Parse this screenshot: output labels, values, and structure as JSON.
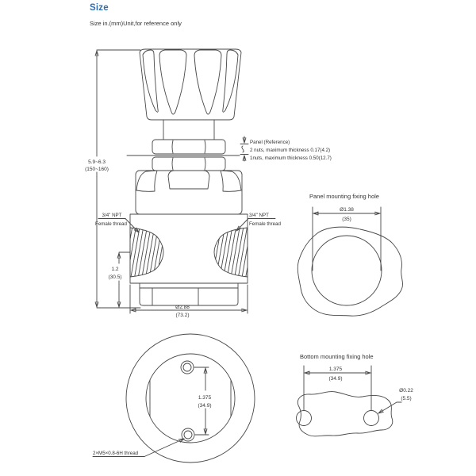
{
  "page": {
    "title": "Size",
    "subtitle": "Size in.(mm)Unit,for reference only"
  },
  "colors": {
    "accent": "#316eb0",
    "line": "#474747",
    "text": "#333333"
  },
  "front_view": {
    "panel_notes": {
      "line1": "Panel (Reference)",
      "line2": "2 nuts, maximum thickness 0.17(4.2)",
      "line3": "1nuts, maximum thickness 0.50(12.7)"
    },
    "height_dim": {
      "inch": "5.9~6.3",
      "mm": "(150~160)"
    },
    "left_port": {
      "thread": "3/4\" NPT",
      "type": "Female thread"
    },
    "right_port": {
      "thread": "3/4\" NPT",
      "type": "Female thread"
    },
    "port_center_dim": {
      "inch": "1.2",
      "mm": "(30.5)"
    },
    "body_width_dim": {
      "inch": "Ø2.88",
      "mm": "(73.2)"
    }
  },
  "panel_hole_view": {
    "title": "Panel mounting fixing hole",
    "hole_dim": {
      "inch": "Ø1.38",
      "mm": "(35)"
    }
  },
  "bottom_view": {
    "hole_pitch_dim": {
      "inch": "1.375",
      "mm": "(34.9)"
    },
    "thread_note": "2×M5×0.8-6H thread"
  },
  "bottom_hole_view": {
    "title": "Bottom mounting fixing hole",
    "hole_pitch_dim": {
      "inch": "1.375",
      "mm": "(34.9)"
    },
    "hole_dia_dim": {
      "inch": "Ø0.22",
      "mm": "(5.5)"
    }
  }
}
